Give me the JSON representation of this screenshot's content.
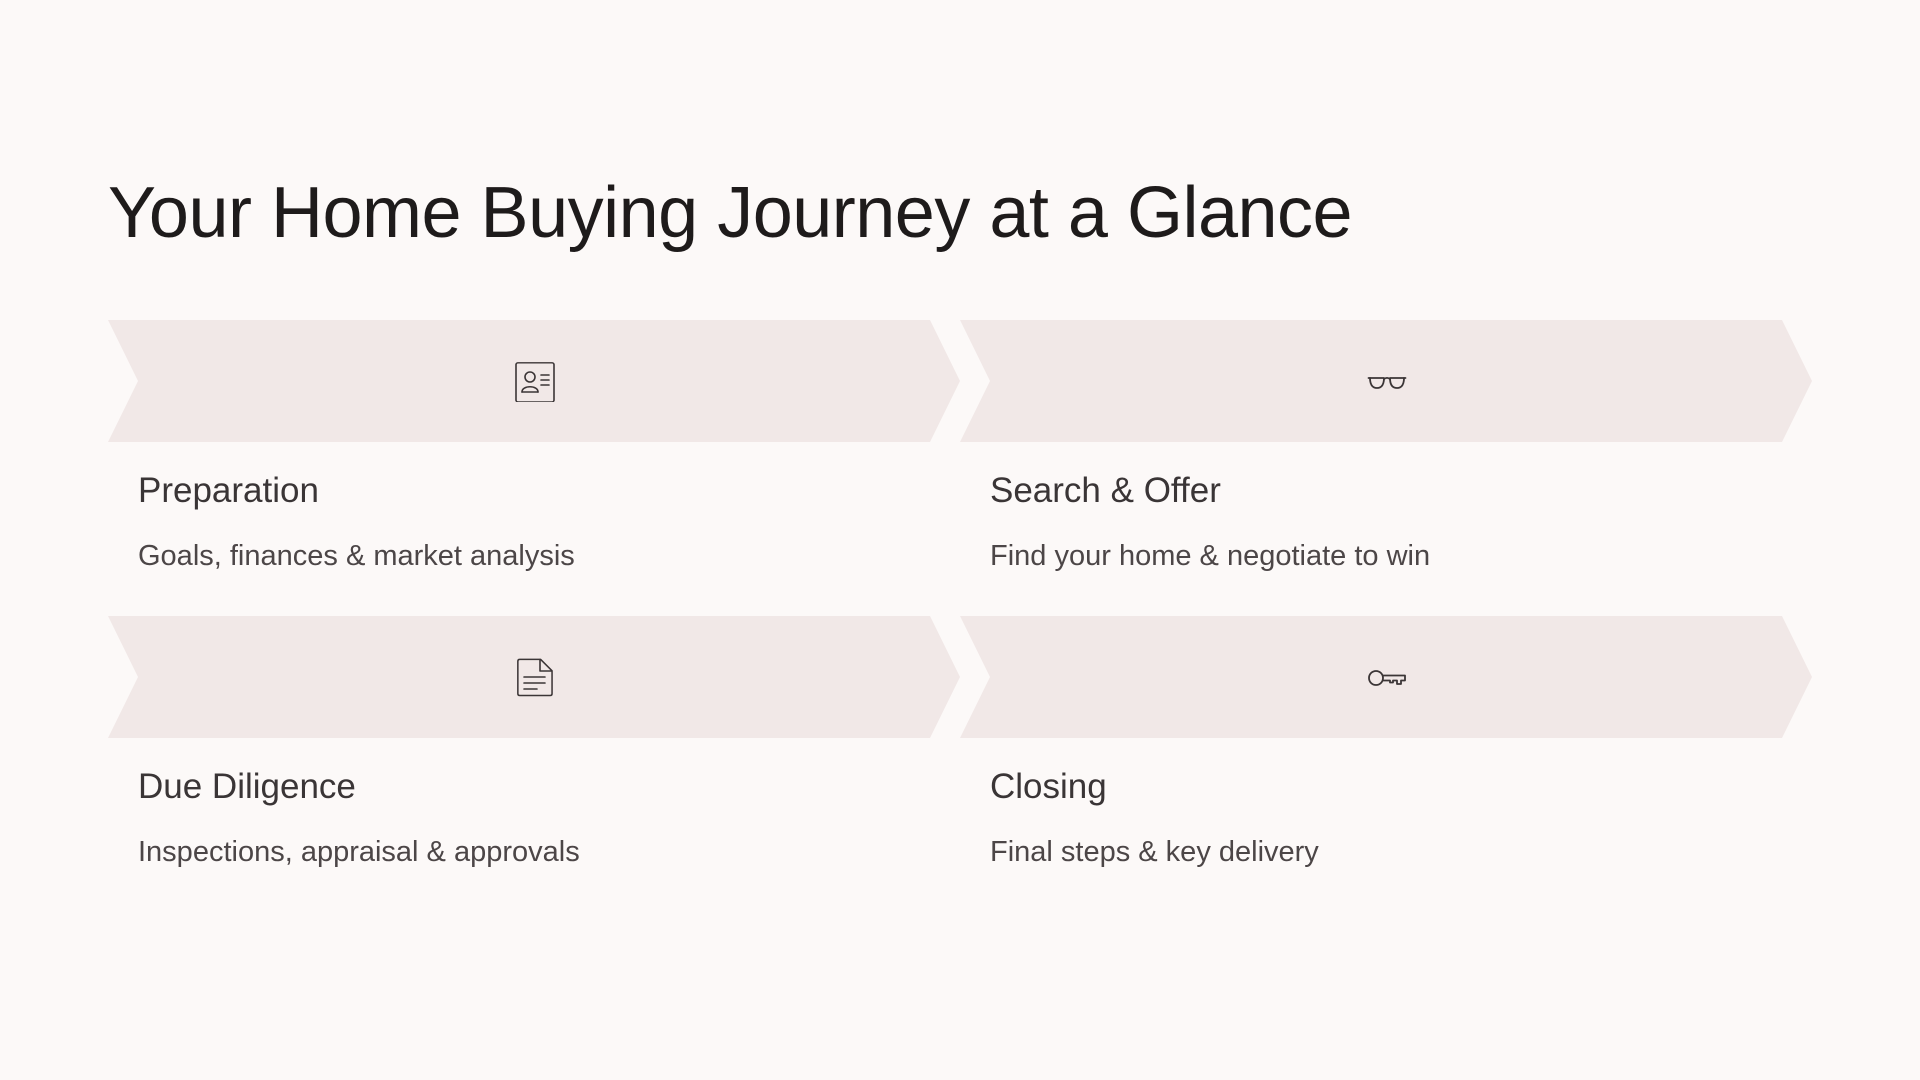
{
  "title": "Your Home Buying Journey at a Glance",
  "steps": [
    {
      "title": "Preparation",
      "description": "Goals, finances & market analysis",
      "icon": "contact-card-icon"
    },
    {
      "title": "Search & Offer",
      "description": "Find your home & negotiate to win",
      "icon": "glasses-icon"
    },
    {
      "title": "Due Diligence",
      "description": "Inspections, appraisal & approvals",
      "icon": "document-icon"
    },
    {
      "title": "Closing",
      "description": "Final steps & key delivery",
      "icon": "key-icon"
    }
  ],
  "colors": {
    "background": "#fcf9f8",
    "chevron": "#f1e8e7",
    "text": "#231f20",
    "icon": "#3b3536"
  }
}
